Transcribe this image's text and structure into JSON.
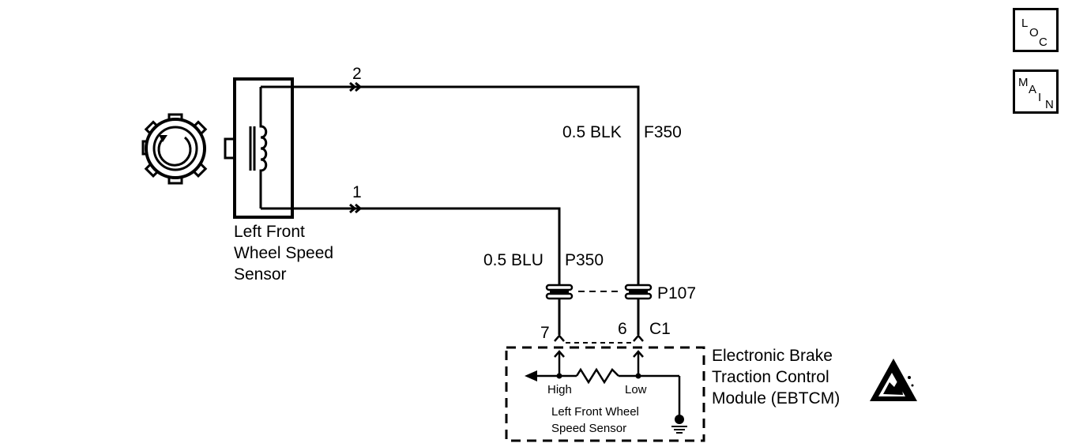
{
  "sensor": {
    "label_line1": "Left Front",
    "label_line2": "Wheel Speed",
    "label_line3": "Sensor"
  },
  "wires": {
    "pin2": "2",
    "pin1": "1",
    "blk_wire": "0.5 BLK",
    "blk_circuit": "F350",
    "blu_wire": "0.5 BLU",
    "blu_circuit": "P350"
  },
  "connectors": {
    "p107": "P107",
    "pin7": "7",
    "pin6": "6",
    "c1": "C1"
  },
  "module": {
    "label_line1": "Electronic Brake",
    "label_line2": "Traction Control",
    "label_line3": "Module (EBTCM)",
    "high": "High",
    "low": "Low",
    "internal_line1": "Left Front Wheel",
    "internal_line2": "Speed Sensor"
  },
  "nav": {
    "loc_l": "L",
    "loc_o": "O",
    "loc_c": "C",
    "main_m": "M",
    "main_a": "A",
    "main_i": "I",
    "main_n": "N"
  }
}
